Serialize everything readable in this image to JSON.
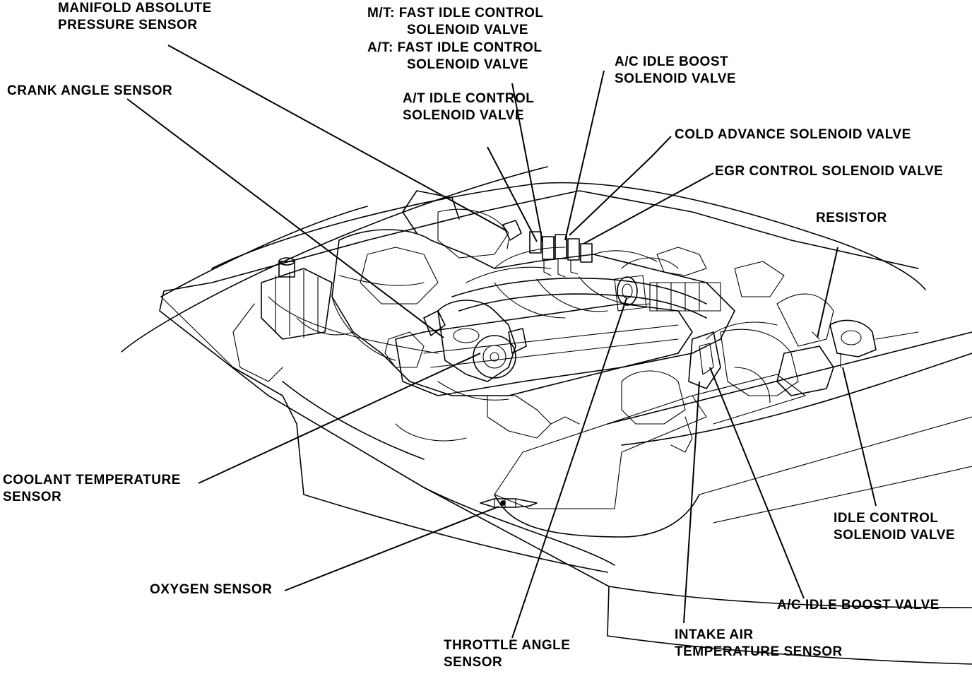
{
  "labels": {
    "map_sensor": [
      "MANIFOLD ABSOLUTE",
      "PRESSURE SENSOR"
    ],
    "fast_idle_mt": [
      "M/T: FAST IDLE CONTROL",
      "SOLENOID VALVE"
    ],
    "fast_idle_at": [
      "A/T: FAST IDLE CONTROL",
      "SOLENOID VALVE"
    ],
    "at_idle_control": [
      "A/T IDLE  CONTROL",
      "SOLENOID VALVE"
    ],
    "ac_idle_boost_solenoid": [
      "A/C IDLE BOOST",
      "SOLENOID VALVE"
    ],
    "crank_angle": [
      "CRANK ANGLE SENSOR"
    ],
    "cold_advance": [
      "COLD ADVANCE SOLENOID VALVE"
    ],
    "egr_control": [
      "EGR CONTROL SOLENOID VALVE"
    ],
    "resistor": [
      "RESISTOR"
    ],
    "coolant_temp": [
      "COOLANT TEMPERATURE",
      "SENSOR"
    ],
    "idle_control_solenoid": [
      "IDLE CONTROL",
      "SOLENOID VALVE"
    ],
    "oxygen_sensor": [
      "OXYGEN SENSOR"
    ],
    "ac_idle_boost_valve": [
      "A/C IDLE BOOST VALVE"
    ],
    "throttle_angle": [
      "THROTTLE ANGLE",
      "SENSOR"
    ],
    "intake_air_temp": [
      "INTAKE AIR",
      "TEMPERATURE SENSOR"
    ]
  }
}
